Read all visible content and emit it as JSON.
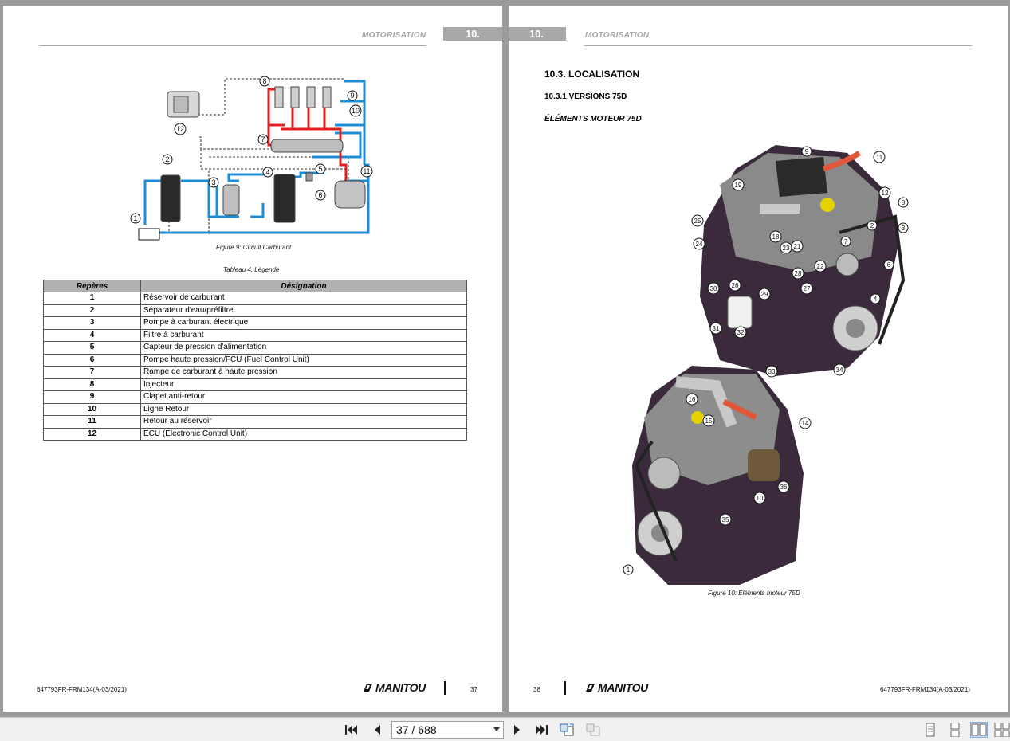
{
  "left_page": {
    "header_title": "MOTORISATION",
    "header_number": "10.",
    "figure_caption": "Figure 9: Circuit Carburant",
    "table_caption": "Tableau 4.    Légende",
    "table_headers": [
      "Repères",
      "Désignation"
    ],
    "table_rows": [
      {
        "num": "1",
        "label": "Réservoir de carburant"
      },
      {
        "num": "2",
        "label": "Séparateur d'eau/préfiltre"
      },
      {
        "num": "3",
        "label": "Pompe à carburant électrique"
      },
      {
        "num": "4",
        "label": "Filtre à carburant"
      },
      {
        "num": "5",
        "label": "Capteur de pression d'alimentation"
      },
      {
        "num": "6",
        "label": "Pompe haute pression/FCU (Fuel Control Unit)"
      },
      {
        "num": "7",
        "label": "Rampe de carburant à haute pression"
      },
      {
        "num": "8",
        "label": "Injecteur"
      },
      {
        "num": "9",
        "label": "Clapet anti-retour"
      },
      {
        "num": "10",
        "label": "Ligne Retour"
      },
      {
        "num": "11",
        "label": "Retour au réservoir"
      },
      {
        "num": "12",
        "label": "ECU (Electronic Control Unit)"
      }
    ],
    "diagram_callouts": [
      "1",
      "2",
      "3",
      "4",
      "5",
      "6",
      "7",
      "8",
      "9",
      "10",
      "11",
      "12"
    ],
    "footer_ref": "647793FR-FRM134(A-03/2021)",
    "footer_logo": "MANITOU",
    "footer_page": "37"
  },
  "right_page": {
    "header_title": "MOTORISATION",
    "header_number": "10.",
    "section_title": "10.3. LOCALISATION",
    "subsection_title": "10.3.1 VERSIONS 75D",
    "subsubsection_title": "ÉLÉMENTS MOTEUR 75D",
    "figure_caption": "Figure 10: Éléments moteur 75D",
    "engine_top_callouts": [
      "9",
      "11",
      "19",
      "12",
      "8",
      "25",
      "2",
      "3",
      "18",
      "21",
      "7",
      "24",
      "23",
      "28",
      "22",
      "6",
      "30",
      "26",
      "29",
      "27",
      "4",
      "31",
      "32",
      "33",
      "34"
    ],
    "engine_bottom_callouts": [
      "16",
      "15",
      "14",
      "36",
      "10",
      "35",
      "1"
    ],
    "footer_ref": "647793FR-FRM134(A-03/2021)",
    "footer_logo": "MANITOU",
    "footer_page": "38"
  },
  "toolbar": {
    "page_indicator": "37 / 688",
    "icons": [
      "first-page-icon",
      "previous-page-icon",
      "next-page-icon",
      "last-page-icon",
      "go-back-view-icon",
      "go-forward-view-icon",
      "single-page-view-icon",
      "continuous-view-icon",
      "two-page-view-icon",
      "two-page-continuous-view-icon"
    ]
  },
  "colors": {
    "background": "#9b9b9b",
    "fuel_red": "#e02020",
    "fuel_blue": "#1e8fd6",
    "header_gray": "#a8a8a8",
    "engine_purple": "#3b2a3c"
  }
}
